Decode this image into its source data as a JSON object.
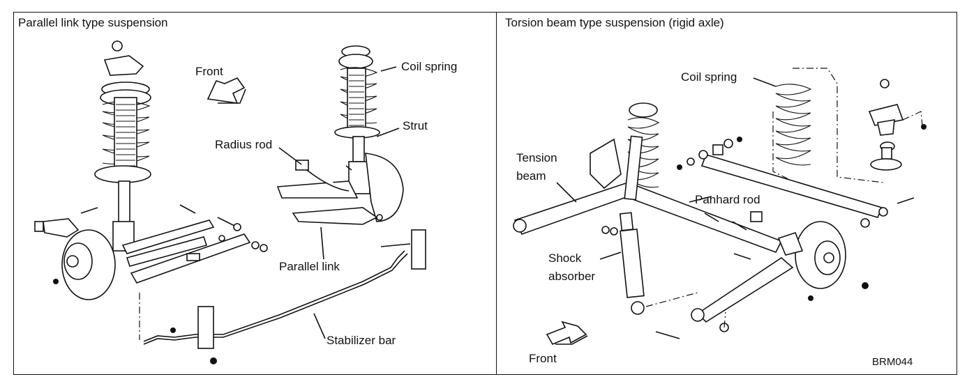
{
  "left_panel": {
    "title": "Parallel link type suspension",
    "labels": {
      "front": "Front",
      "coil_spring": "Coil spring",
      "strut": "Strut",
      "radius_rod": "Radius rod",
      "parallel_link": "Parallel link",
      "stabilizer_bar": "Stabilizer bar"
    }
  },
  "right_panel": {
    "title": "Torsion beam type suspension (rigid axle)",
    "labels": {
      "coil_spring": "Coil spring",
      "tension_beam_1": "Tension",
      "tension_beam_2": "beam",
      "panhard_rod": "Panhard rod",
      "shock_absorber_1": "Shock",
      "shock_absorber_2": "absorber",
      "front": "Front"
    }
  },
  "figure_code": "BRM044",
  "colors": {
    "ink": "#111111",
    "paper": "#ffffff"
  }
}
